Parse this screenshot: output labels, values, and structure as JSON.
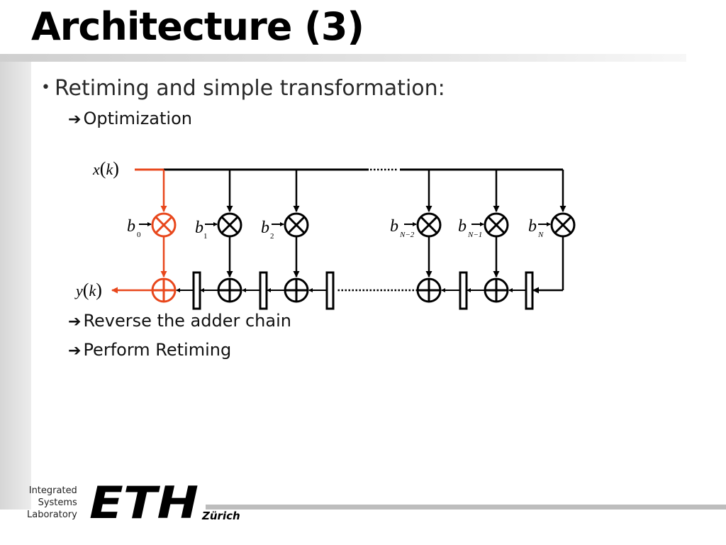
{
  "slide": {
    "title": "Architecture (3)"
  },
  "bullets": {
    "main": "Retiming and simple transformation:",
    "dot": "•",
    "arrow_icon": "arrow-right-icon",
    "sub": [
      "Optimization",
      "Reverse the adder chain",
      "Perform Retiming"
    ]
  },
  "diagram": {
    "input_label": {
      "base": "x",
      "arg": "k"
    },
    "output_label": {
      "base": "y",
      "arg": "k"
    },
    "coefficients": [
      {
        "base": "b",
        "sub": "0"
      },
      {
        "base": "b",
        "sub": "1"
      },
      {
        "base": "b",
        "sub": "2"
      },
      {
        "base": "b",
        "sub": "N−2"
      },
      {
        "base": "b",
        "sub": "N−1"
      },
      {
        "base": "b",
        "sub": "N"
      }
    ],
    "highlight_color": "#e8471c",
    "line_color": "#000000"
  },
  "footer": {
    "institute": [
      "Integrated",
      "Systems",
      "Laboratory"
    ],
    "logo_text": "ETH",
    "city": "Zürich"
  }
}
